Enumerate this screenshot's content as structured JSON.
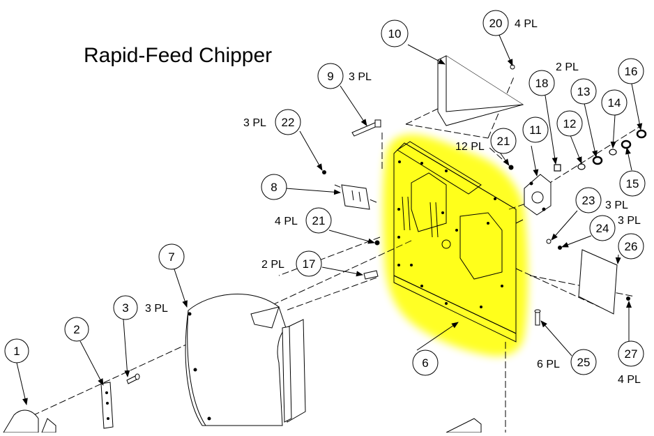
{
  "title": "Rapid-Feed Chipper",
  "highlight_color": "#ffff00",
  "callouts": [
    {
      "id": "1"
    },
    {
      "id": "2"
    },
    {
      "id": "3",
      "qty": "3 PL"
    },
    {
      "id": "6"
    },
    {
      "id": "7"
    },
    {
      "id": "8"
    },
    {
      "id": "9",
      "qty": "3 PL"
    },
    {
      "id": "10"
    },
    {
      "id": "11"
    },
    {
      "id": "12"
    },
    {
      "id": "13"
    },
    {
      "id": "14"
    },
    {
      "id": "15"
    },
    {
      "id": "16"
    },
    {
      "id": "17",
      "qty": "2 PL"
    },
    {
      "id": "18",
      "qty": "2 PL"
    },
    {
      "id": "20",
      "qty": "4 PL"
    },
    {
      "id": "21",
      "qty": "12 PL"
    },
    {
      "id": "21",
      "qty": "4 PL"
    },
    {
      "id": "22",
      "qty": "3 PL"
    },
    {
      "id": "23",
      "qty": "3 PL"
    },
    {
      "id": "24",
      "qty": "3 PL"
    },
    {
      "id": "25",
      "qty": "6 PL"
    },
    {
      "id": "26"
    },
    {
      "id": "27",
      "qty": "4 PL"
    }
  ]
}
